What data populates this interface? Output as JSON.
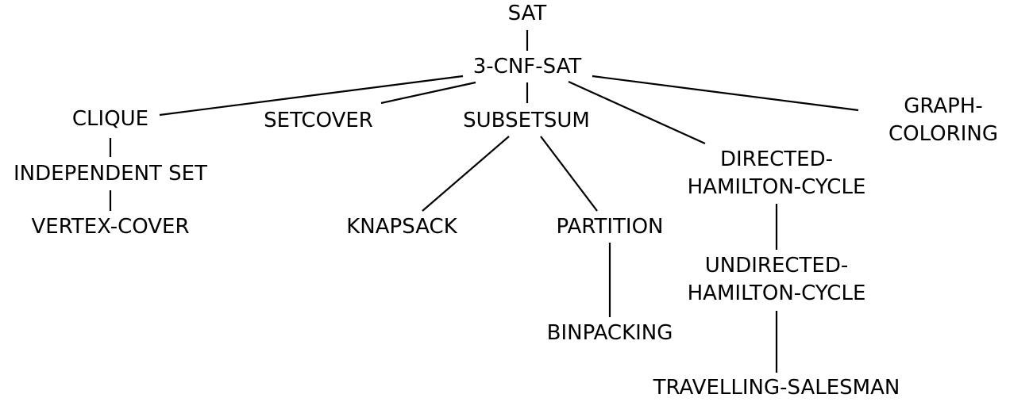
{
  "diagram": {
    "nodes": {
      "sat": [
        "SAT"
      ],
      "cnf": [
        "3-CNF-SAT"
      ],
      "clique": [
        "CLIQUE"
      ],
      "indset": [
        "INDEPENDENT SET"
      ],
      "vertexcover": [
        "VERTEX-COVER"
      ],
      "setcover": [
        "SETCOVER"
      ],
      "subsetsum": [
        "SUBSETSUM"
      ],
      "knapsack": [
        "KNAPSACK"
      ],
      "partition": [
        "PARTITION"
      ],
      "binpacking": [
        "BINPACKING"
      ],
      "dirham": [
        "DIRECTED-",
        "HAMILTON-CYCLE"
      ],
      "undirham": [
        "UNDIRECTED-",
        "HAMILTON-CYCLE"
      ],
      "tsp": [
        "TRAVELLING-SALESMAN"
      ],
      "graphcolor": [
        "GRAPH-",
        "COLORING"
      ]
    },
    "edges": [
      [
        "sat",
        "cnf"
      ],
      [
        "cnf",
        "clique"
      ],
      [
        "cnf",
        "setcover"
      ],
      [
        "cnf",
        "subsetsum"
      ],
      [
        "cnf",
        "dirham"
      ],
      [
        "cnf",
        "graphcolor"
      ],
      [
        "clique",
        "indset"
      ],
      [
        "indset",
        "vertexcover"
      ],
      [
        "subsetsum",
        "knapsack"
      ],
      [
        "subsetsum",
        "partition"
      ],
      [
        "partition",
        "binpacking"
      ],
      [
        "dirham",
        "undirham"
      ],
      [
        "undirham",
        "tsp"
      ]
    ]
  }
}
